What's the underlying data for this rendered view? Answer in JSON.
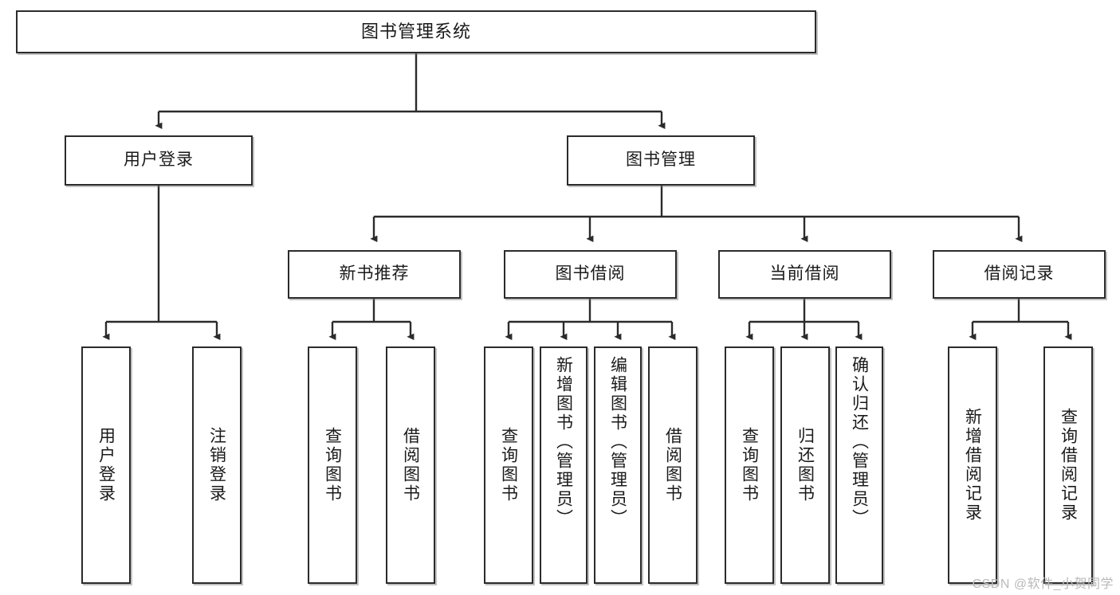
{
  "diagram": {
    "title": "图书管理系统",
    "type": "tree-hierarchy",
    "watermark": "CSDN @软件_小贺同学",
    "colors": {
      "stroke": "#2b2b2b",
      "fill": "#ffffff",
      "text": "#1a1a1a",
      "watermark": "#b9b9b9"
    },
    "nodes": {
      "root": "图书管理系统",
      "level2": {
        "login": "用户登录",
        "bookmgmt": "图书管理"
      },
      "level3": {
        "newbook": "新书推荐",
        "borrow": "图书借阅",
        "current": "当前借阅",
        "record": "借阅记录"
      },
      "leaves": {
        "login_1": "用户登录",
        "login_2": "注销登录",
        "newbook_1": "查询图书",
        "newbook_2": "借阅图书",
        "borrow_1": "查询图书",
        "borrow_2": "新增图书（管理员）",
        "borrow_3": "编辑图书（管理员）",
        "borrow_4": "借阅图书",
        "current_1": "查询图书",
        "current_2": "归还图书",
        "current_3": "确认归还（管理员）",
        "record_1": "新增借阅记录",
        "record_2": "查询借阅记录"
      }
    }
  }
}
